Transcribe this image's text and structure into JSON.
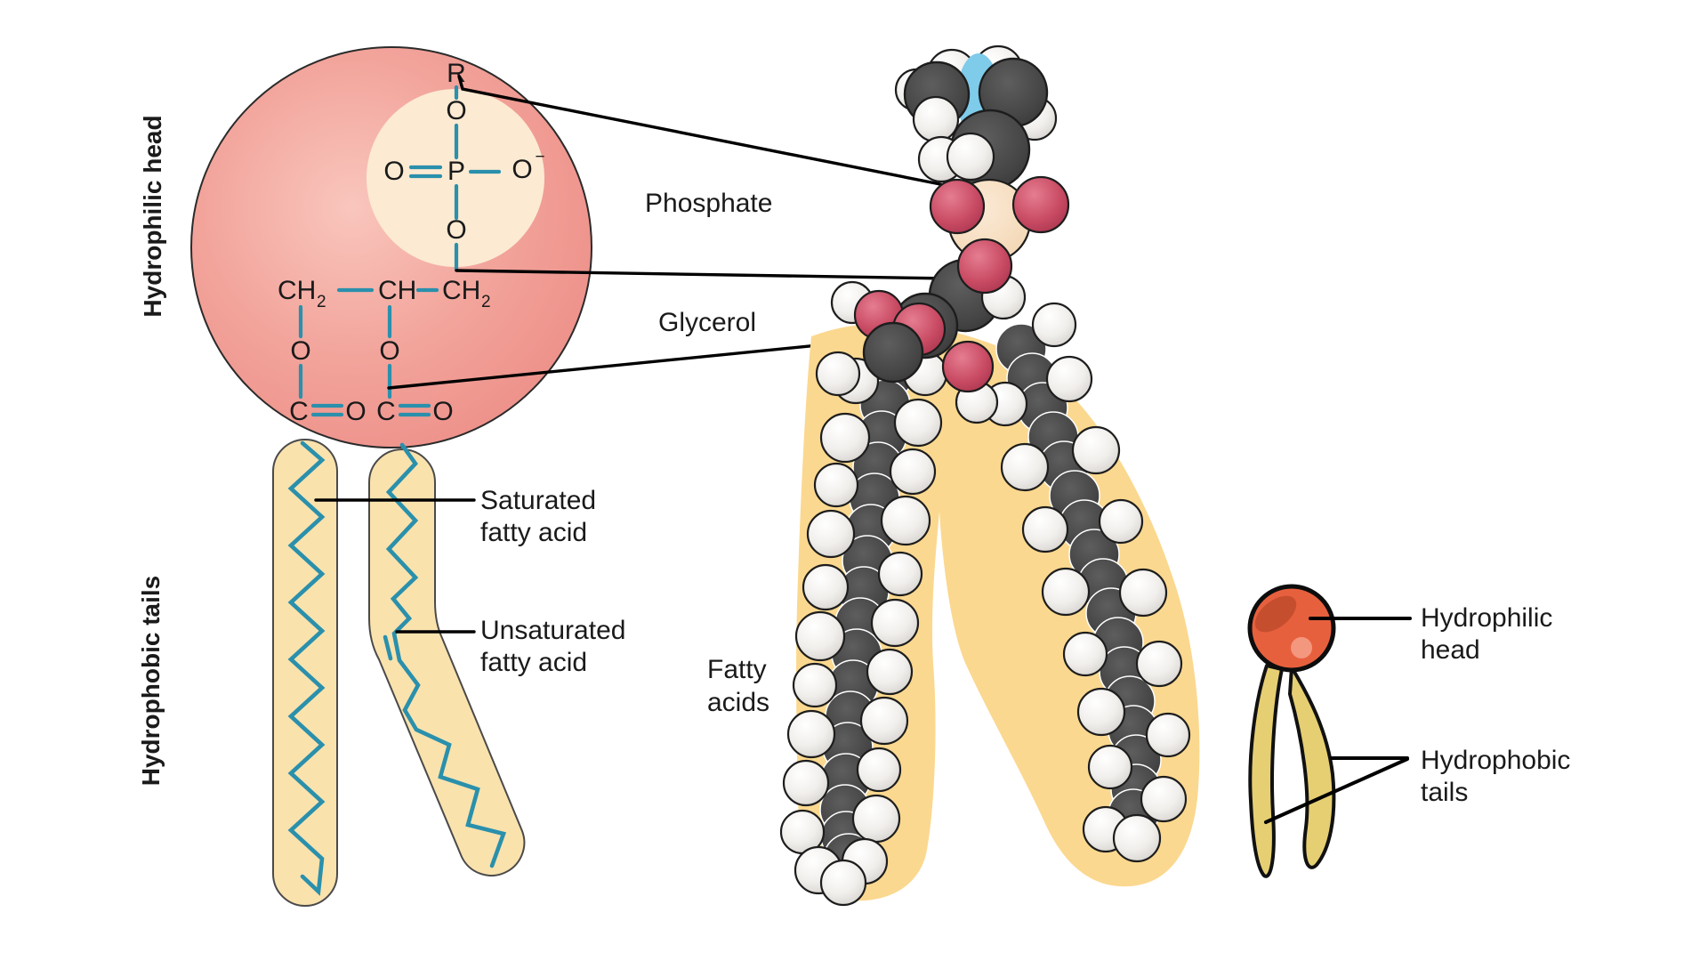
{
  "figure": {
    "type": "diagram",
    "subject": "Phospholipid structure: schematic, space-filling model and simplified icon"
  },
  "palette": {
    "head_pink": "#ee8e88",
    "head_pink_light": "#f8c4bb",
    "inner_cream": "#fcead2",
    "bond_teal": "#2a90ac",
    "tail_fill": "#fae2ad",
    "tail_outline": "#4a4a4a",
    "highlight_orange": "#fbd88f",
    "carbon_dark": "#474747",
    "hydrogen_white": "#ffffff",
    "oxygen_red": "#c64a63",
    "phosphorus_tan": "#f7ddc1",
    "nitrogen_blue": "#7ecbea",
    "icon_head_red": "#e7603d",
    "icon_head_dark": "#c54e2f",
    "icon_head_light": "#f4977f",
    "icon_tail_yellow": "#e6cf73",
    "label_black": "#1a1a1a"
  },
  "left_panel": {
    "side_label_head": "Hydrophilic head",
    "side_label_tails": "Hydrophobic tails",
    "chemistry": {
      "r": "R",
      "o": "O",
      "p": "P",
      "minus": "−",
      "c": "C",
      "ch": "CH",
      "sub2": "2"
    },
    "saturated_label_line1": "Saturated",
    "saturated_label_line2": "fatty acid",
    "unsaturated_label_line1": "Unsaturated",
    "unsaturated_label_line2": "fatty acid"
  },
  "middle_panel": {
    "phosphate_label": "Phosphate",
    "glycerol_label": "Glycerol",
    "fatty_label_line1": "Fatty",
    "fatty_label_line2": "acids"
  },
  "right_panel": {
    "head_label_line1": "Hydrophilic",
    "head_label_line2": "head",
    "tails_label_line1": "Hydrophobic",
    "tails_label_line2": "tails"
  }
}
